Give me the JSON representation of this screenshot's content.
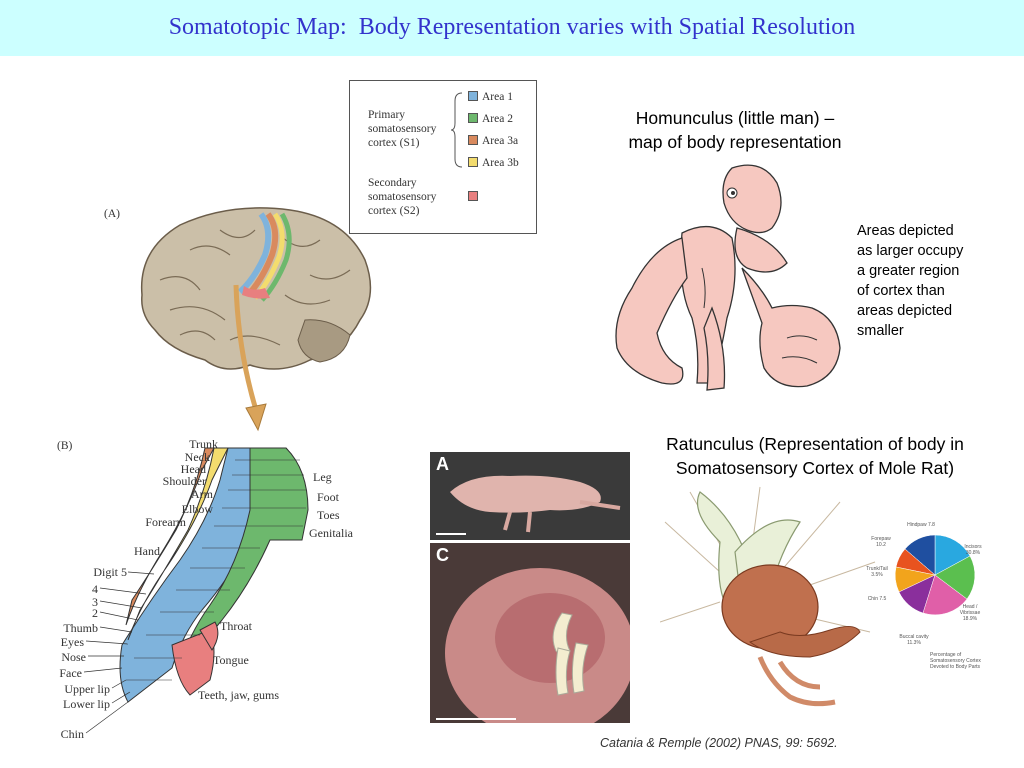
{
  "title": "Somatotopic Map:  Body Representation varies with Spatial Resolution",
  "legend": {
    "primary_label": [
      "Primary",
      "somatosensory",
      "cortex (S1)"
    ],
    "secondary_label": [
      "Secondary",
      "somatosensory",
      "cortex (S2)"
    ],
    "areas": [
      {
        "label": "Area 1",
        "color": "#7fb3dc"
      },
      {
        "label": "Area 2",
        "color": "#6db86d"
      },
      {
        "label": "Area 3a",
        "color": "#d98a5e"
      },
      {
        "label": "Area 3b",
        "color": "#f3dc6e"
      }
    ],
    "secondary_color": "#e87f7f"
  },
  "panel_a_label": "(A)",
  "panel_b_label": "(B)",
  "body_labels_left": [
    "Trunk",
    "Neck",
    "Head",
    "Shoulder",
    "Arm",
    "Elbow",
    "Forearm",
    "Hand",
    "Digit 5",
    "4",
    "3",
    "2",
    "Thumb",
    "Eyes",
    "Nose",
    "Face",
    "Upper lip",
    "Lower lip",
    "Chin"
  ],
  "body_labels_right": [
    "Leg",
    "Foot",
    "Toes",
    "Genitalia",
    "Throat",
    "Tongue",
    "Teeth, jaw, gums"
  ],
  "homunculus_caption": [
    "Homunculus (little man) –",
    "map of body representation"
  ],
  "side_note": [
    "Areas depicted",
    "as larger occupy",
    "a greater region",
    "of cortex than",
    "areas depicted",
    "smaller"
  ],
  "ratunculus_caption": [
    "Ratunculus (Representation of body in",
    "Somatosensory Cortex of Mole Rat)"
  ],
  "photo_letters": [
    "A",
    "C"
  ],
  "pie": {
    "labels": [
      "Hindpaw 7.8",
      "Forepaw 10.2",
      "Trunk/Tail 3.5%",
      "Chin 7.5",
      "Buccal cavity 11.3%",
      "Head / Vibrissae 18.9%",
      "Incisors 30.8%"
    ],
    "footnote": [
      "Percentage of Somatosensory Cortex",
      "Devoted to Body Parts"
    ],
    "colors": [
      "#29a8e0",
      "#1f4fa0",
      "#e8531f",
      "#f2a41c",
      "#8a2f9c",
      "#e05fa8",
      "#5bbf4f"
    ]
  },
  "citation": "Catania & Remple (2002) PNAS, 99: 5692."
}
